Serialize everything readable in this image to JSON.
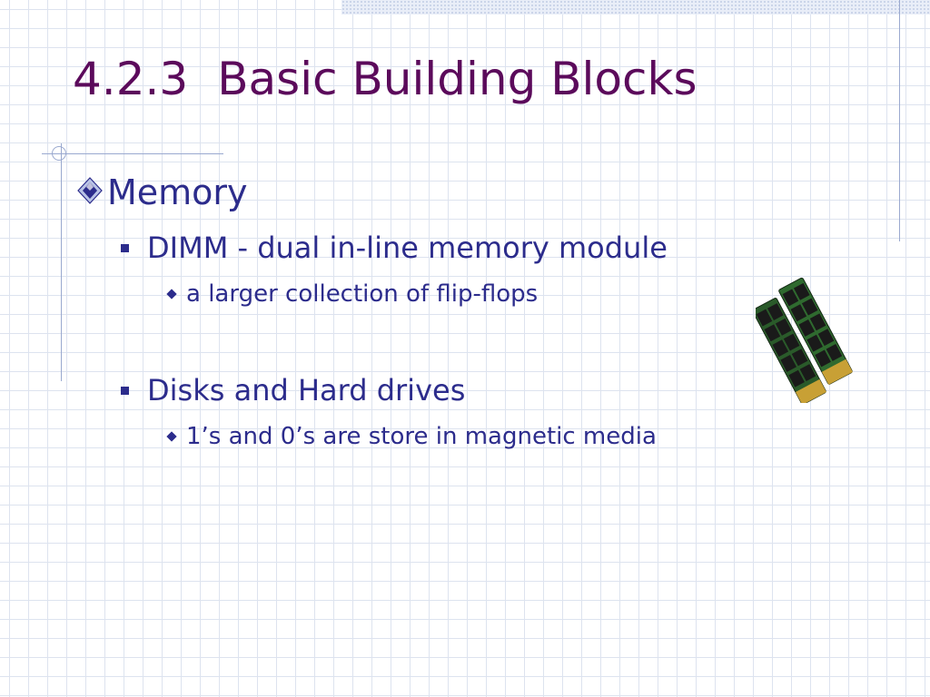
{
  "slide": {
    "title_number": "4.2.3",
    "title_text": "Basic Building Blocks"
  },
  "outline": {
    "level1": {
      "text": "Memory",
      "bullet_icon": "diamond-bullet-icon"
    },
    "items": [
      {
        "text": "DIMM - dual in-line memory module",
        "sub": "a larger collection of flip-flops"
      },
      {
        "text": "Disks and Hard drives",
        "sub": "1’s and 0’s are store in magnetic media"
      }
    ]
  },
  "image": {
    "subject": "memory-module-icon"
  },
  "colors": {
    "title": "#5b0a5b",
    "body_text": "#2c2c8c",
    "accent_lines": "#9aa9cf"
  }
}
